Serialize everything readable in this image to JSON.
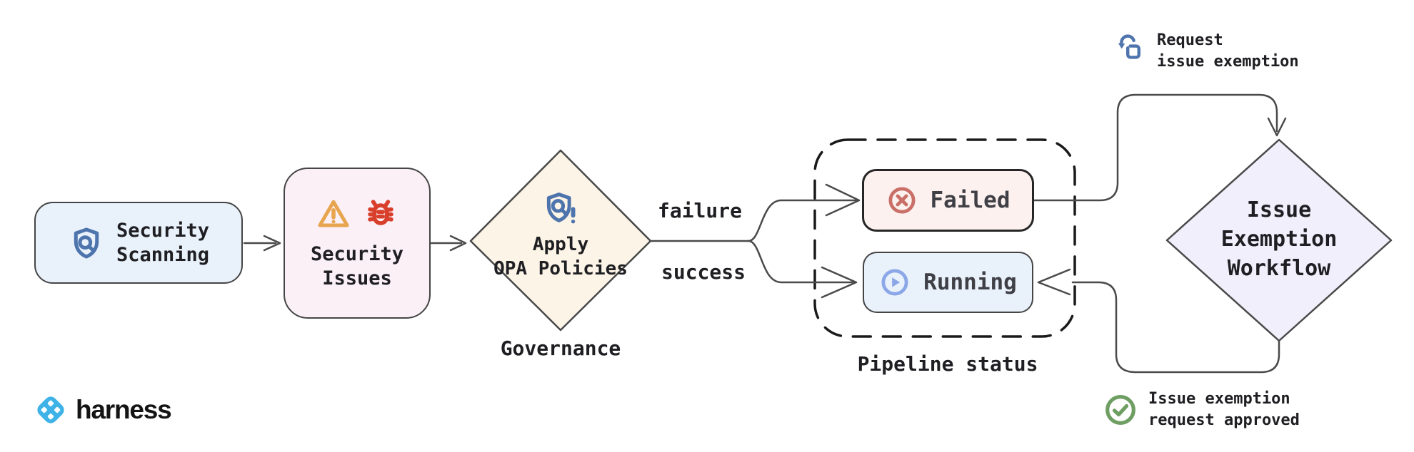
{
  "diagram": {
    "nodes": {
      "security_scanning": {
        "label": "Security\nScanning",
        "bg": "#e9f2fb"
      },
      "security_issues": {
        "label": "Security\nIssues",
        "bg": "#fbf0f6"
      },
      "apply_opa": {
        "label": "Apply\nOPA Policies",
        "caption": "Governance",
        "bg": "#fcf4e6"
      },
      "failed": {
        "label": "Failed",
        "bg": "#fcf1ee"
      },
      "running": {
        "label": "Running",
        "bg": "#e9f1fb"
      },
      "pipeline_group": {
        "caption": "Pipeline status"
      },
      "issue_workflow": {
        "label": "Issue\nExemption\nWorkflow",
        "bg": "#f1effb"
      }
    },
    "edge_labels": {
      "failure": "failure",
      "success": "success"
    },
    "annotations": {
      "request_exemption": "Request\nissue exemption",
      "request_approved": "Issue exemption\nrequest approved"
    },
    "branding": {
      "wordmark": "harness",
      "brand_blue": "#3fb3e8"
    },
    "icons": {
      "security_scanning": "shield-search-icon",
      "security_issues": [
        "warning-triangle-icon",
        "bug-icon"
      ],
      "apply_opa": "shield-search-alert-icon",
      "failed": "circle-x-icon",
      "running": "circle-play-icon",
      "request_exemption": "tap-request-icon",
      "request_approved": "circle-check-icon",
      "branding": "harness-logo-icon"
    },
    "colors": {
      "connector": "#4a4a4a",
      "dashed_group_border": "#1a1a1a",
      "blue_icon": "#4e74ad",
      "warning_orange": "#e8a54f",
      "bug_red": "#d8402c",
      "failed_icon_red": "#c96f68",
      "running_icon_blue": "#8ba7e8",
      "approved_green": "#6f9e63",
      "text": "#1f1f23"
    }
  }
}
